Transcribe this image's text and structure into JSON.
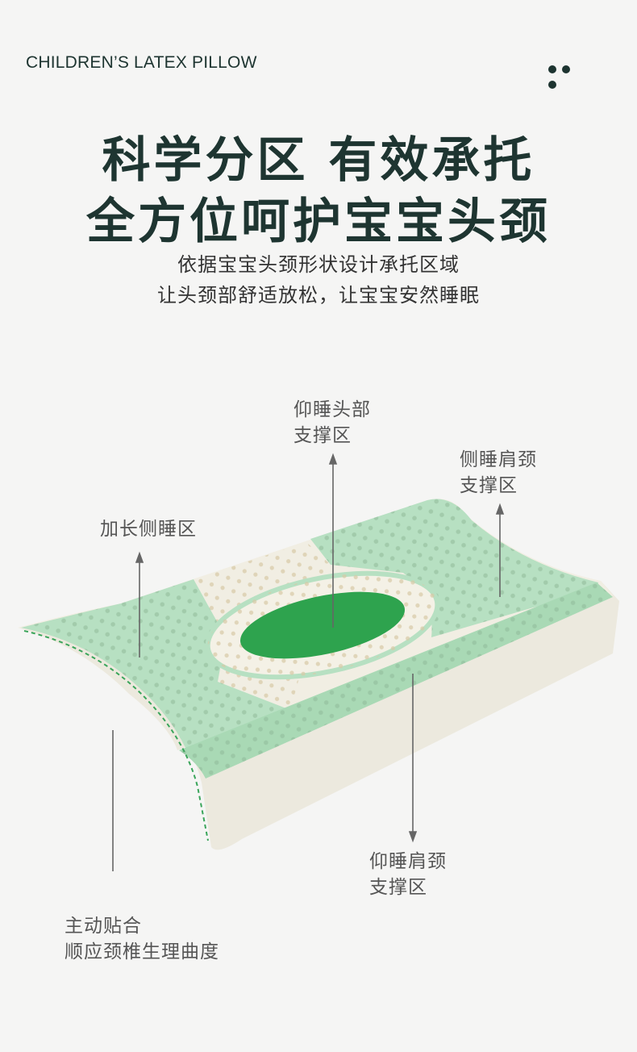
{
  "header": {
    "brand": "CHILDREN’S LATEX PILLOW",
    "menu_icon": "more-dots-icon"
  },
  "headline": {
    "line1": "科学分区 有效承托",
    "line2": "全方位呵护宝宝头颈"
  },
  "subtitle": {
    "line1": "依据宝宝头颈形状设计承托区域",
    "line2": "让头颈部舒适放松，让宝宝安然睡眠"
  },
  "callouts": {
    "supine_head": {
      "line1": "仰睡头部",
      "line2": "支撑区"
    },
    "side_shoulder": {
      "line1": "侧睡肩颈",
      "line2": "支撑区"
    },
    "long_side": {
      "line1": "加长侧睡区"
    },
    "supine_shoulder": {
      "line1": "仰睡肩颈",
      "line2": "支撑区"
    },
    "fit": {
      "line1": "主动贴合",
      "line2": "顺应颈椎生理曲度"
    }
  },
  "colors": {
    "background": "#f5f5f4",
    "title": "#1e3531",
    "zone_light_green": "#b7e0c2",
    "zone_dark_green": "#2ea34e",
    "latex_cream": "#f1eee3"
  }
}
